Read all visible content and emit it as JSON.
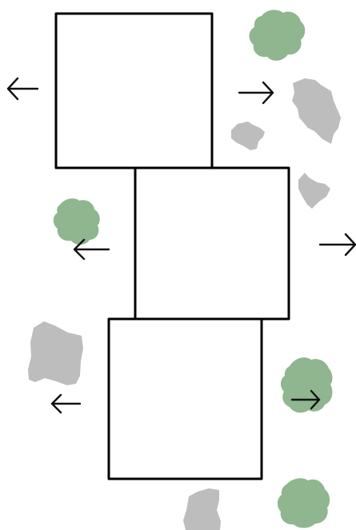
{
  "colors": {
    "background": "#ffffff",
    "box_stroke": "#000000",
    "arrow_stroke": "#111111",
    "tree_green": "#8fb68f",
    "rock_gray": "#bdbdbd"
  },
  "boxes": [
    {
      "id": "top"
    },
    {
      "id": "middle"
    },
    {
      "id": "bottom"
    }
  ],
  "arrows": [
    {
      "id": "top-left",
      "direction": "left"
    },
    {
      "id": "top-right",
      "direction": "right"
    },
    {
      "id": "middle-left",
      "direction": "left"
    },
    {
      "id": "middle-right",
      "direction": "right"
    },
    {
      "id": "bottom-left",
      "direction": "left"
    },
    {
      "id": "bottom-right",
      "direction": "right"
    }
  ],
  "decorations": [
    {
      "id": "tree-1",
      "kind": "tree",
      "icon": "tree-icon"
    },
    {
      "id": "rock-1",
      "kind": "rock",
      "icon": "rock-icon"
    },
    {
      "id": "rock-2",
      "kind": "rock",
      "icon": "rock-icon"
    },
    {
      "id": "rock-3",
      "kind": "rock",
      "icon": "rock-icon"
    },
    {
      "id": "tree-2",
      "kind": "tree",
      "icon": "tree-icon"
    },
    {
      "id": "rock-4",
      "kind": "rock",
      "icon": "rock-icon"
    },
    {
      "id": "tree-3",
      "kind": "tree",
      "icon": "tree-icon"
    },
    {
      "id": "rock-5",
      "kind": "rock",
      "icon": "rock-icon"
    },
    {
      "id": "tree-4",
      "kind": "tree",
      "icon": "tree-icon"
    }
  ]
}
